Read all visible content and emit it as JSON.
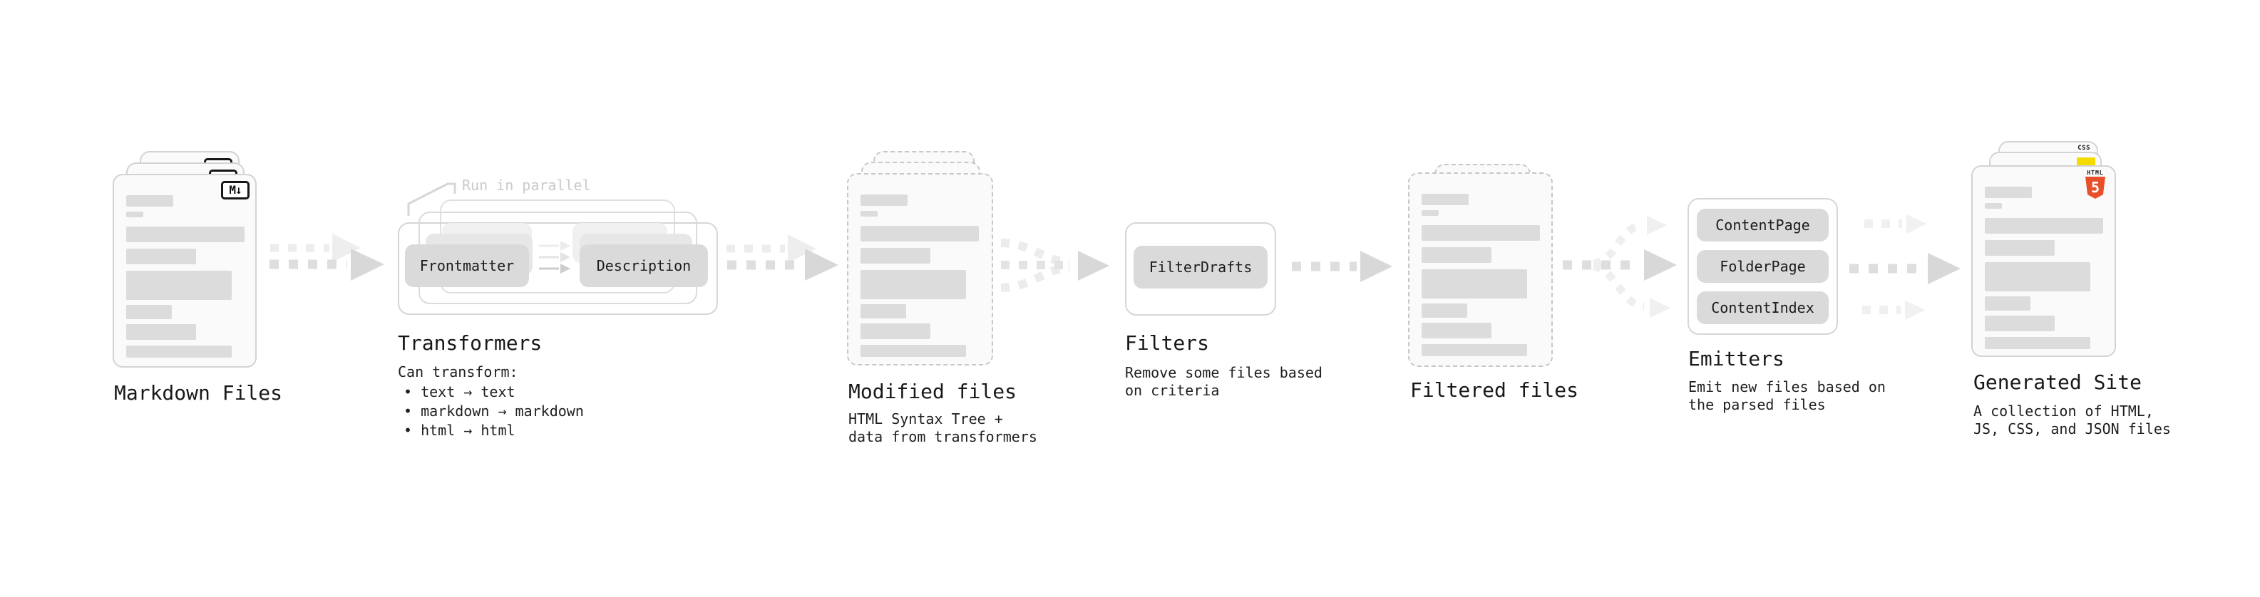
{
  "stages": {
    "markdown_files": {
      "title": "Markdown Files",
      "badge": "M↓"
    },
    "transformers": {
      "title": "Transformers",
      "annotation": "Run in parallel",
      "box1": "Frontmatter",
      "box2": "Description",
      "desc": [
        "Can transform:"
      ],
      "bullets": [
        "• text → text",
        "• markdown → markdown",
        "• html → html"
      ]
    },
    "modified_files": {
      "title": "Modified files",
      "desc": [
        "HTML Syntax Tree +",
        "data from transformers"
      ]
    },
    "filters": {
      "title": "Filters",
      "box1": "FilterDrafts",
      "desc": [
        "Remove some files based",
        "on criteria"
      ]
    },
    "filtered_files": {
      "title": "Filtered files"
    },
    "emitters": {
      "title": "Emitters",
      "box1": "ContentPage",
      "box2": "FolderPage",
      "box3": "ContentIndex",
      "desc": [
        "Emit new files based on",
        "the parsed files"
      ]
    },
    "generated_site": {
      "title": "Generated Site",
      "desc": [
        "A collection of HTML,",
        "JS, CSS, and JSON files"
      ],
      "badges": {
        "css": "CSS",
        "html_label": "HTML",
        "html_number": "5"
      }
    }
  },
  "colors": {
    "html5_orange": "#e8502a",
    "js_yellow": "#f5dc00",
    "css_blue": "#2b6be4",
    "arrow_gray": "#dedede",
    "muted_annotation": "#c9c9c9"
  }
}
